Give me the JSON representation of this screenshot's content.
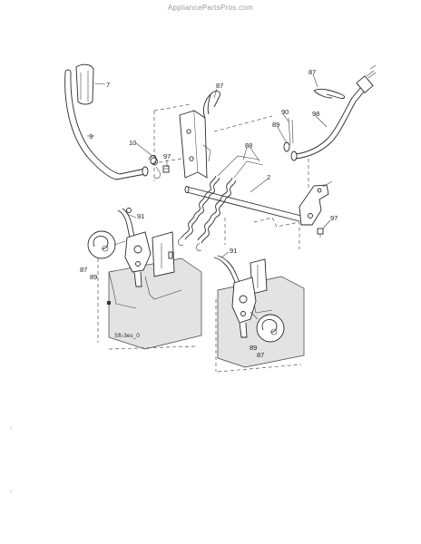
{
  "watermark": "AppliancePartsPros.com",
  "diagram_code": "Sft-3es_0",
  "part_labels": {
    "p7": "7",
    "p3": "3",
    "p87_top": "87",
    "p10": "10",
    "p97_left": "97",
    "p88": "88",
    "p2": "2",
    "p87_right": "87",
    "p98": "98",
    "p90": "90",
    "p89_top": "89",
    "p97_right": "97",
    "p91_left": "91",
    "p87_left": "87",
    "p89_left": "89",
    "p91_right": "91",
    "p89_right": "89",
    "p87_bottom": "87"
  }
}
